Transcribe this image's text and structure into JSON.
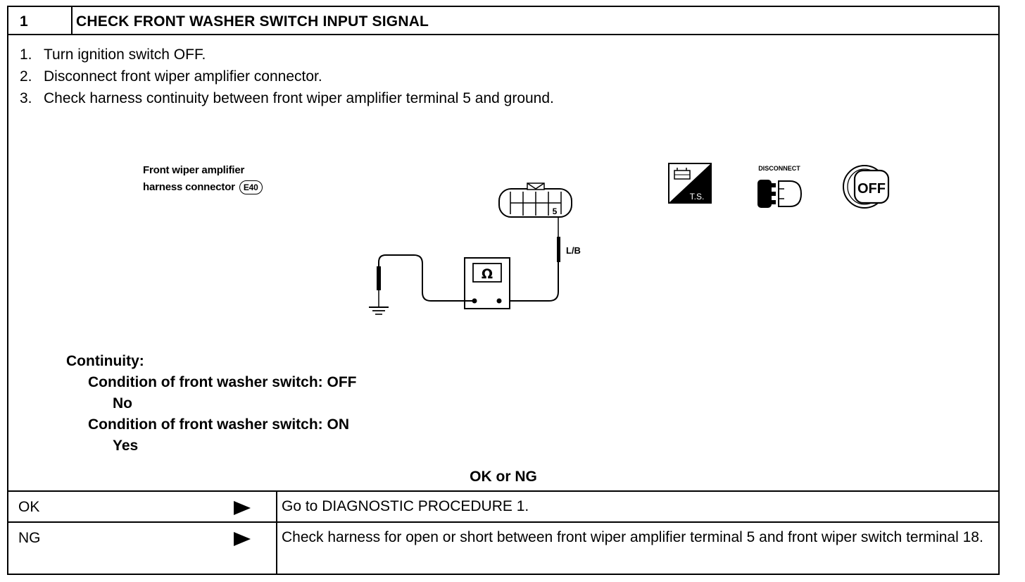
{
  "header": {
    "step_number": "1",
    "title": "CHECK FRONT WASHER SWITCH INPUT SIGNAL"
  },
  "procedure": [
    {
      "num": "1.",
      "text": "Turn ignition switch OFF."
    },
    {
      "num": "2.",
      "text": "Disconnect front wiper amplifier connector."
    },
    {
      "num": "3.",
      "text": "Check harness continuity between front wiper amplifier terminal 5 and ground."
    }
  ],
  "diagram": {
    "connector_label_line1": "Front wiper amplifier",
    "connector_label_line2": "harness connector",
    "connector_code": "E40",
    "terminal_number": "5",
    "wire_color": "L/B",
    "ohmmeter_symbol": "Ω",
    "icon_ts_label": "T.S.",
    "icon_disconnect_label": "DISCONNECT",
    "icon_off_label": "OFF"
  },
  "spec": {
    "heading": "Continuity:",
    "conditions": [
      {
        "condition": "Condition of front washer switch: OFF",
        "result": "No"
      },
      {
        "condition": "Condition of front washer switch: ON",
        "result": "Yes"
      }
    ]
  },
  "result_title": "OK or NG",
  "results": [
    {
      "label": "OK",
      "action": "Go to DIAGNOSTIC PROCEDURE 1."
    },
    {
      "label": "NG",
      "action": "Check harness for open or short between front wiper amplifier terminal 5 and front wiper switch terminal 18."
    }
  ]
}
